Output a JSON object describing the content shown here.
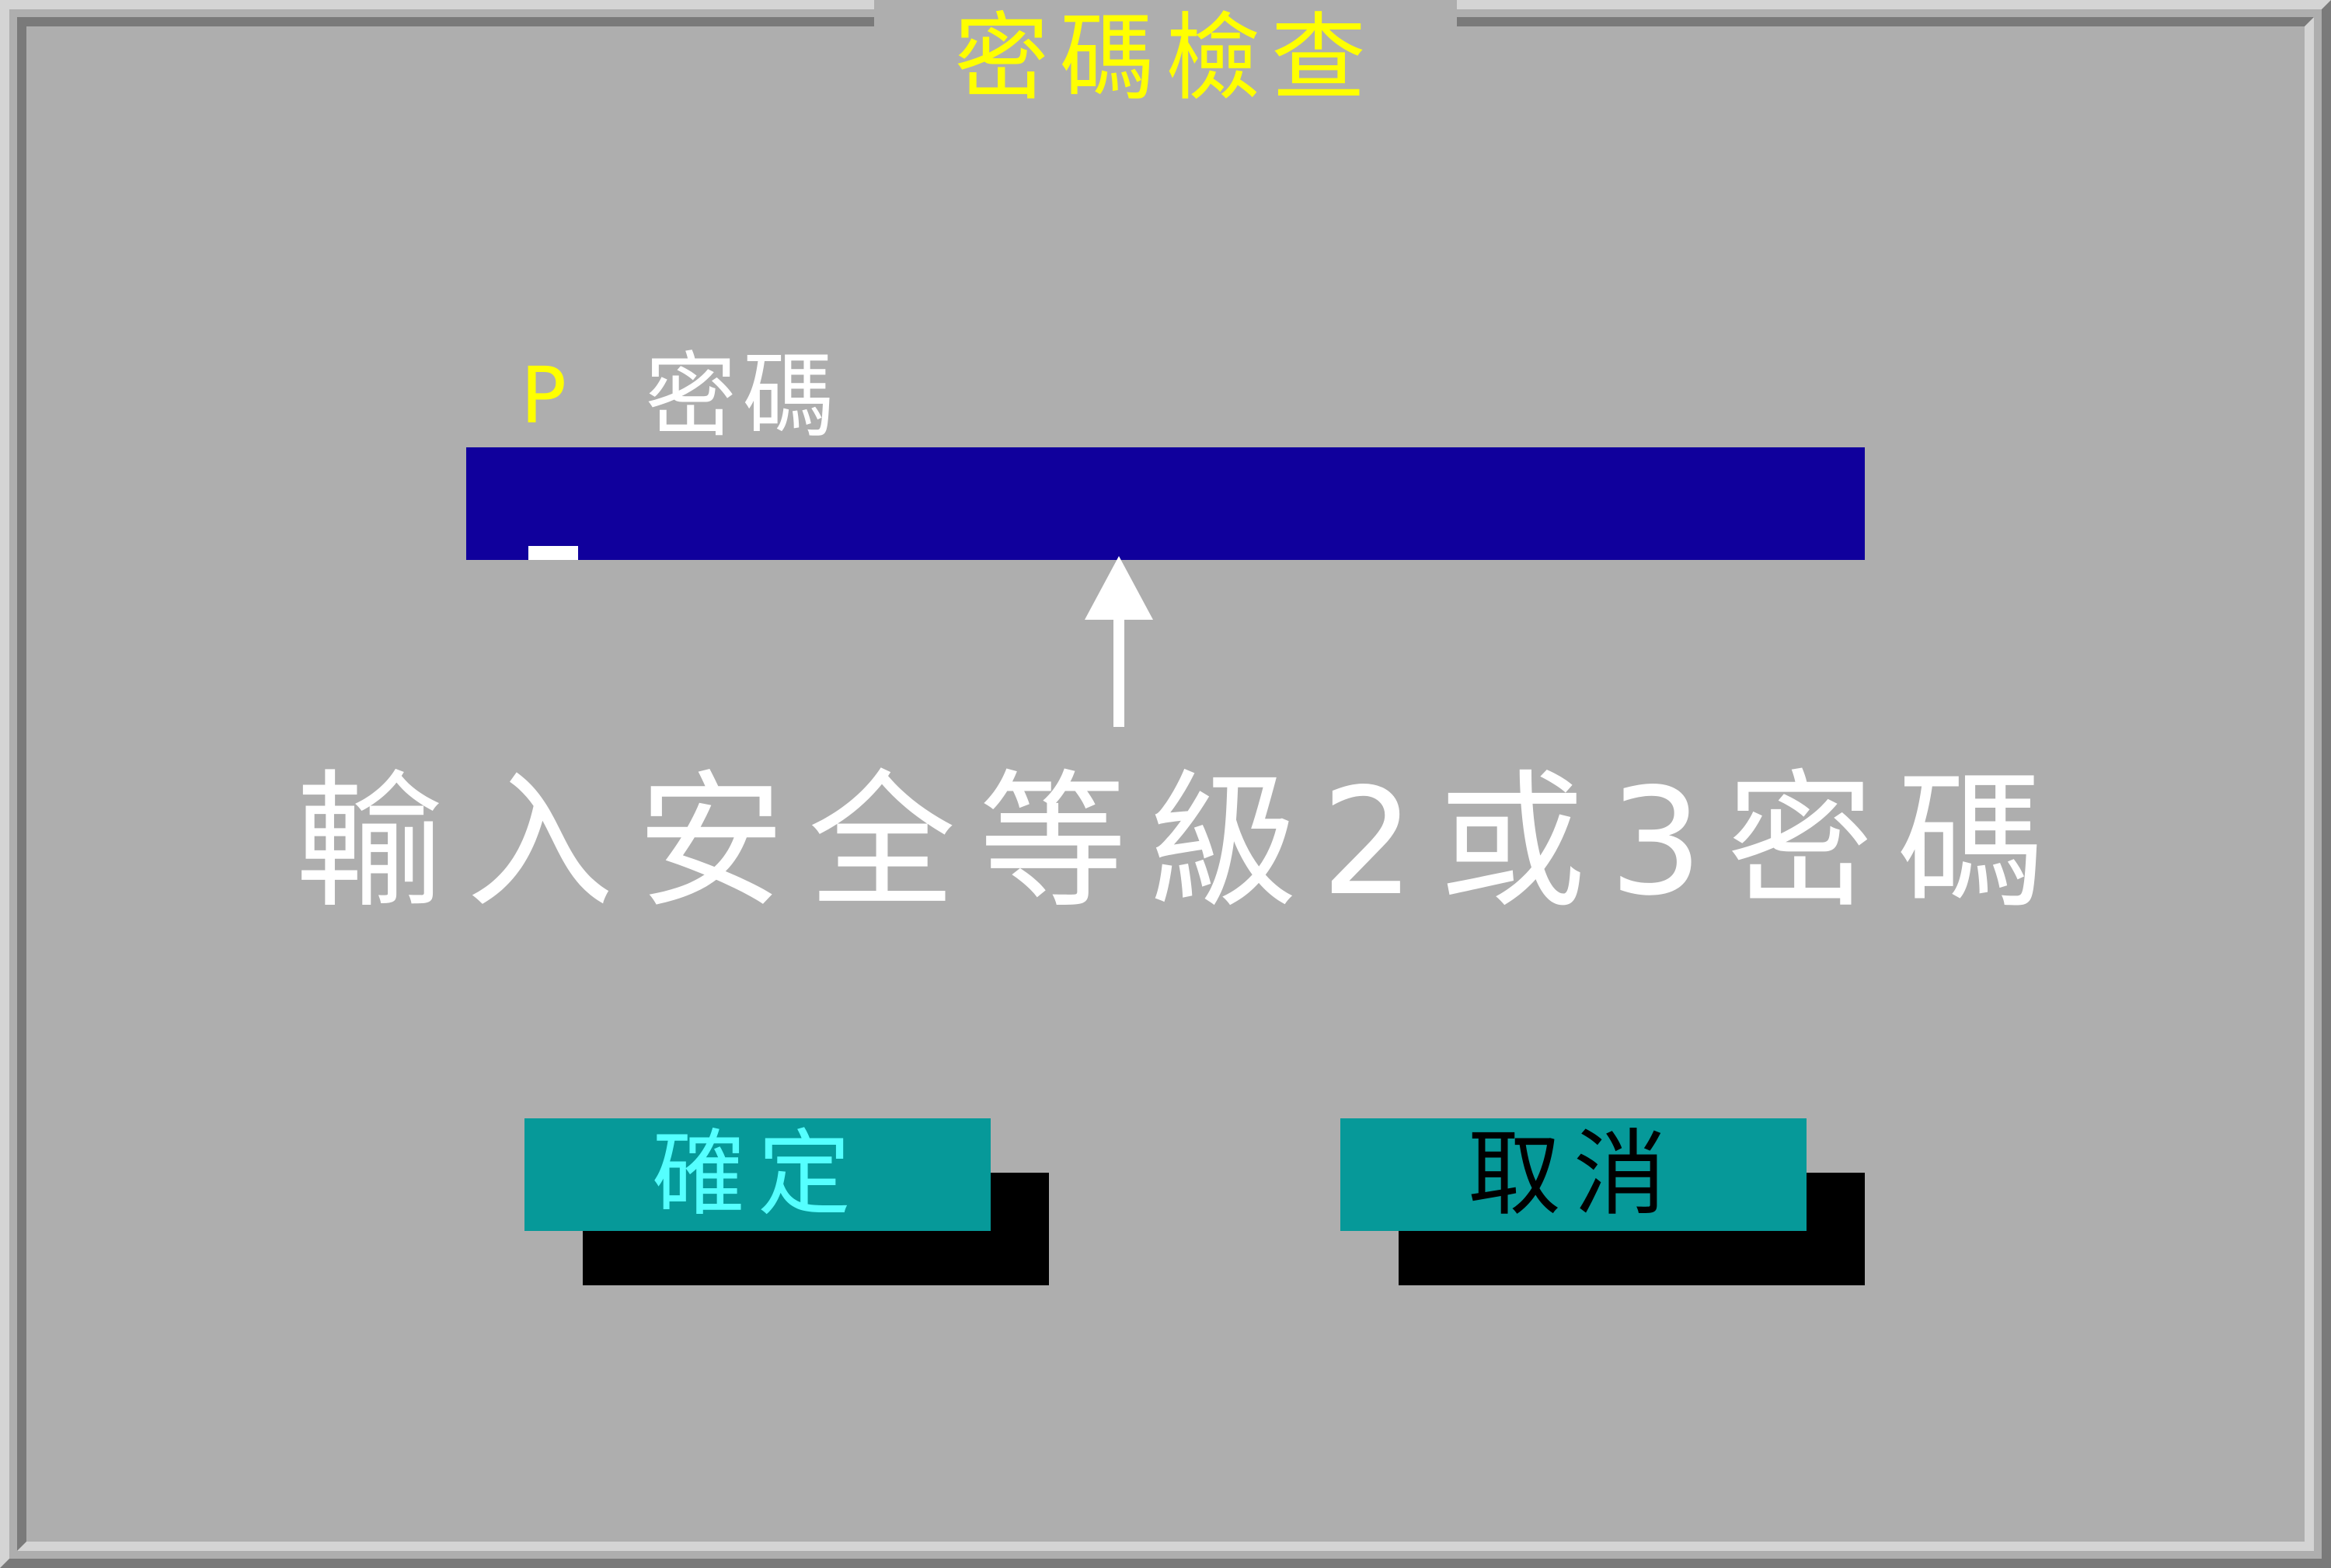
{
  "dialog": {
    "title": "密碼檢查"
  },
  "password_field": {
    "prefix": "P",
    "label": "密碼",
    "value": ""
  },
  "annotation": {
    "text": "輸入安全等級2或3密碼"
  },
  "buttons": {
    "ok_label": "確定",
    "cancel_label": "取消"
  },
  "colors": {
    "background": "#aeaeae",
    "title": "#ffff00",
    "input_background": "#10009c",
    "button_background": "#069999",
    "ok_text": "#55ffff",
    "cancel_text": "#000000"
  }
}
